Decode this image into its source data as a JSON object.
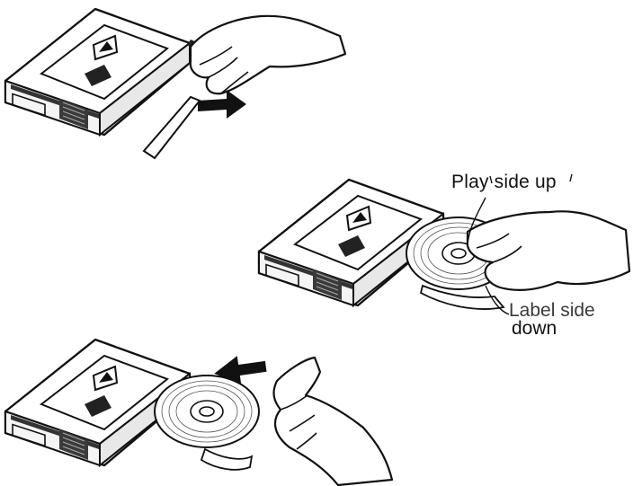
{
  "annotations": {
    "play_side": "Play side up",
    "label_side_line1": "Label side",
    "label_side_line2": "down"
  },
  "steps": [
    {
      "action": "pull-tray-out",
      "arrow_direction": "right"
    },
    {
      "action": "insert-disc"
    },
    {
      "action": "push-tray-in",
      "arrow_direction": "left"
    }
  ],
  "colors": {
    "ink": "#111111",
    "background": "#ffffff",
    "shade": "#2a2a2a"
  }
}
